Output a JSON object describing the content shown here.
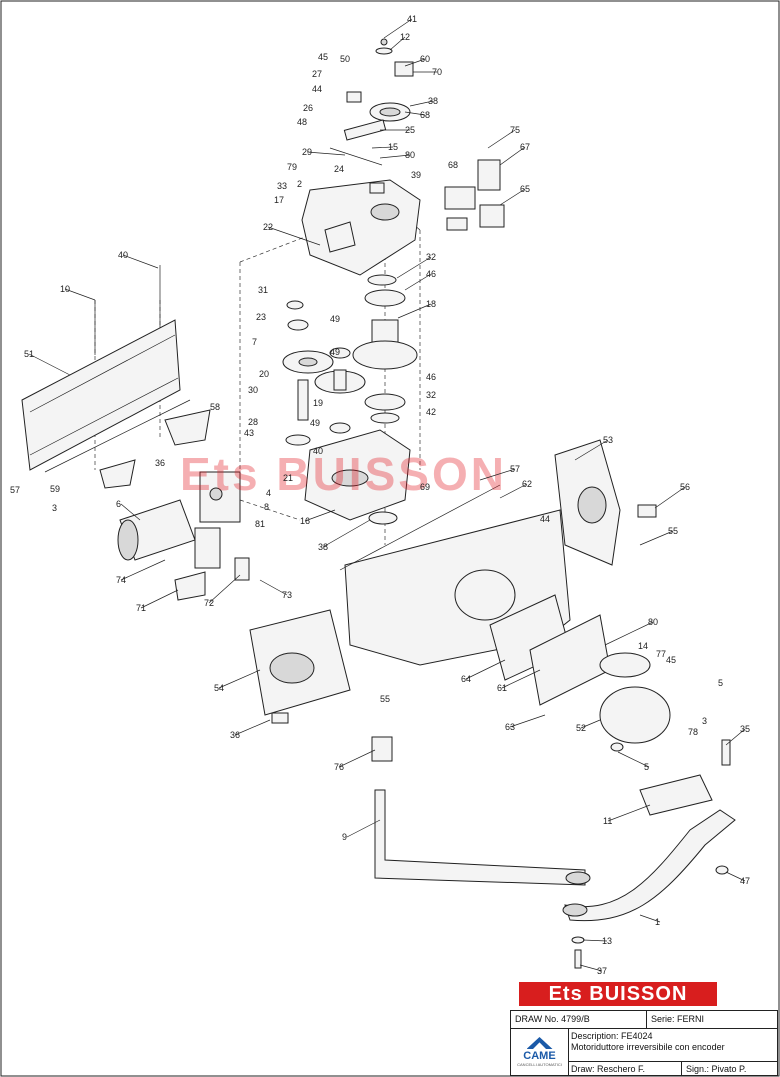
{
  "watermark": "Ets BUISSON",
  "brand_banner": "Ets BUISSON",
  "callouts": [
    {
      "id": "c41",
      "label": "41"
    },
    {
      "id": "c12",
      "label": "12"
    },
    {
      "id": "c45a",
      "label": "45"
    },
    {
      "id": "c50",
      "label": "50"
    },
    {
      "id": "c60",
      "label": "60"
    },
    {
      "id": "c27",
      "label": "27"
    },
    {
      "id": "c70",
      "label": "70"
    },
    {
      "id": "c44a",
      "label": "44"
    },
    {
      "id": "c38a",
      "label": "38"
    },
    {
      "id": "c26",
      "label": "26"
    },
    {
      "id": "c68a",
      "label": "68"
    },
    {
      "id": "c48",
      "label": "48"
    },
    {
      "id": "c25",
      "label": "25"
    },
    {
      "id": "c15",
      "label": "15"
    },
    {
      "id": "c29",
      "label": "29"
    },
    {
      "id": "c80a",
      "label": "80"
    },
    {
      "id": "c75",
      "label": "75"
    },
    {
      "id": "c67",
      "label": "67"
    },
    {
      "id": "c68b",
      "label": "68"
    },
    {
      "id": "c65",
      "label": "65"
    },
    {
      "id": "c79",
      "label": "79"
    },
    {
      "id": "c24",
      "label": "24"
    },
    {
      "id": "c39",
      "label": "39"
    },
    {
      "id": "c2",
      "label": "2"
    },
    {
      "id": "c33",
      "label": "33"
    },
    {
      "id": "c17",
      "label": "17"
    },
    {
      "id": "c22",
      "label": "22"
    },
    {
      "id": "c40a",
      "label": "40"
    },
    {
      "id": "c10",
      "label": "10"
    },
    {
      "id": "c32a",
      "label": "32"
    },
    {
      "id": "c46a",
      "label": "46"
    },
    {
      "id": "c31",
      "label": "31"
    },
    {
      "id": "c18",
      "label": "18"
    },
    {
      "id": "c49a",
      "label": "49"
    },
    {
      "id": "c23",
      "label": "23"
    },
    {
      "id": "c49b",
      "label": "49"
    },
    {
      "id": "c7",
      "label": "7"
    },
    {
      "id": "c51",
      "label": "51"
    },
    {
      "id": "c20",
      "label": "20"
    },
    {
      "id": "c46b",
      "label": "46"
    },
    {
      "id": "c19",
      "label": "19"
    },
    {
      "id": "c32b",
      "label": "32"
    },
    {
      "id": "c30",
      "label": "30"
    },
    {
      "id": "c42",
      "label": "42"
    },
    {
      "id": "c28",
      "label": "28"
    },
    {
      "id": "c49c",
      "label": "49"
    },
    {
      "id": "c58a",
      "label": "58"
    },
    {
      "id": "c43",
      "label": "43"
    },
    {
      "id": "c53",
      "label": "53"
    },
    {
      "id": "c40b",
      "label": "40"
    },
    {
      "id": "c36a",
      "label": "36"
    },
    {
      "id": "c21",
      "label": "21"
    },
    {
      "id": "c57a",
      "label": "57"
    },
    {
      "id": "c57b",
      "label": "57"
    },
    {
      "id": "c69",
      "label": "69"
    },
    {
      "id": "c4",
      "label": "4"
    },
    {
      "id": "c59",
      "label": "59"
    },
    {
      "id": "c62",
      "label": "62"
    },
    {
      "id": "c8",
      "label": "8"
    },
    {
      "id": "c56",
      "label": "56"
    },
    {
      "id": "c3a",
      "label": "3"
    },
    {
      "id": "c16",
      "label": "16"
    },
    {
      "id": "c6",
      "label": "6"
    },
    {
      "id": "c81",
      "label": "81"
    },
    {
      "id": "c44b",
      "label": "44"
    },
    {
      "id": "c38b",
      "label": "38"
    },
    {
      "id": "c55a",
      "label": "55"
    },
    {
      "id": "c74",
      "label": "74"
    },
    {
      "id": "c71",
      "label": "71"
    },
    {
      "id": "c72",
      "label": "72"
    },
    {
      "id": "c73",
      "label": "73"
    },
    {
      "id": "c80b",
      "label": "80"
    },
    {
      "id": "c14",
      "label": "14"
    },
    {
      "id": "c77",
      "label": "77"
    },
    {
      "id": "c45b",
      "label": "45"
    },
    {
      "id": "c54",
      "label": "54"
    },
    {
      "id": "c64",
      "label": "64"
    },
    {
      "id": "c61",
      "label": "61"
    },
    {
      "id": "c5a",
      "label": "5"
    },
    {
      "id": "c55b",
      "label": "55"
    },
    {
      "id": "c36b",
      "label": "36"
    },
    {
      "id": "c63",
      "label": "63"
    },
    {
      "id": "c52",
      "label": "52"
    },
    {
      "id": "c3b",
      "label": "3"
    },
    {
      "id": "c78",
      "label": "78"
    },
    {
      "id": "c35",
      "label": "35"
    },
    {
      "id": "c76",
      "label": "76"
    },
    {
      "id": "c5b",
      "label": "5"
    },
    {
      "id": "c11",
      "label": "11"
    },
    {
      "id": "c9",
      "label": "9"
    },
    {
      "id": "c47",
      "label": "47"
    },
    {
      "id": "c1",
      "label": "1"
    },
    {
      "id": "c13",
      "label": "13"
    },
    {
      "id": "c37",
      "label": "37"
    }
  ],
  "title_block": {
    "draw_no": "DRAW No. 4799/B",
    "serie": "Serie: FERNI",
    "logo_text": "CAME",
    "logo_sub": "CANCELLI AUTOMATICI",
    "description_line1": "Description: FE4024",
    "description_line2": "Motoriduttore irreversibile con encoder",
    "drawn_by": "Draw: Reschero F.",
    "sign": "Sign.: Pivato P."
  },
  "colors": {
    "brand_red": "#d81e1e",
    "came_blue": "#1b5aa8"
  }
}
